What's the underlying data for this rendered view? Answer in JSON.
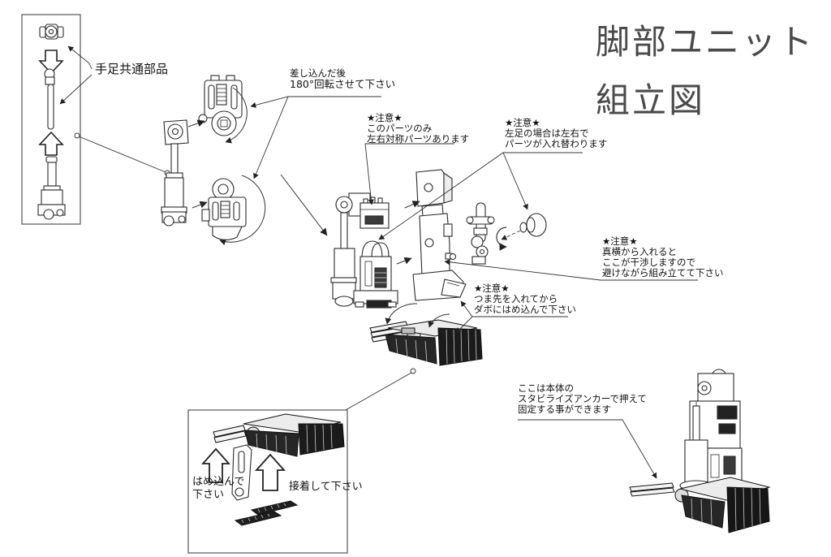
{
  "title": {
    "line1": "脚部ユニット",
    "line2": "組立図"
  },
  "annotations": {
    "common_parts": {
      "text": "手足共通部品"
    },
    "rotate": {
      "line1": "差し込んだ後",
      "line2": "180°回転させて下さい"
    },
    "caution_symmetric": {
      "header": "★注意★",
      "line1": "このパーツのみ",
      "line2": "左右対称パーツあります"
    },
    "caution_left_foot": {
      "header": "★注意★",
      "line1": "左足の場合は左右で",
      "line2": "パーツが入れ替わります"
    },
    "caution_interference": {
      "header": "★注意★",
      "line1": "真横から入れると",
      "line2": "ここが干渉しますので",
      "line3": "避けながら組み立てて下さい"
    },
    "caution_toe": {
      "header": "★注意★",
      "line1": "つま先を入れてから",
      "line2": "ダボにはめ込んで下さい"
    },
    "stabilizer": {
      "line1": "ここは本体の",
      "line2": "スタビライズアンカーで押えて",
      "line3": "固定する事ができます"
    },
    "fit": {
      "line1": "はめ込んで",
      "line2": "下さい"
    },
    "glue": {
      "text": "接着して下さい"
    }
  },
  "colors": {
    "line": "#2b2b2b",
    "dark_part": "#1c1c1c",
    "mid_part": "#262626",
    "light_face": "#ededed",
    "background": "#ffffff"
  }
}
